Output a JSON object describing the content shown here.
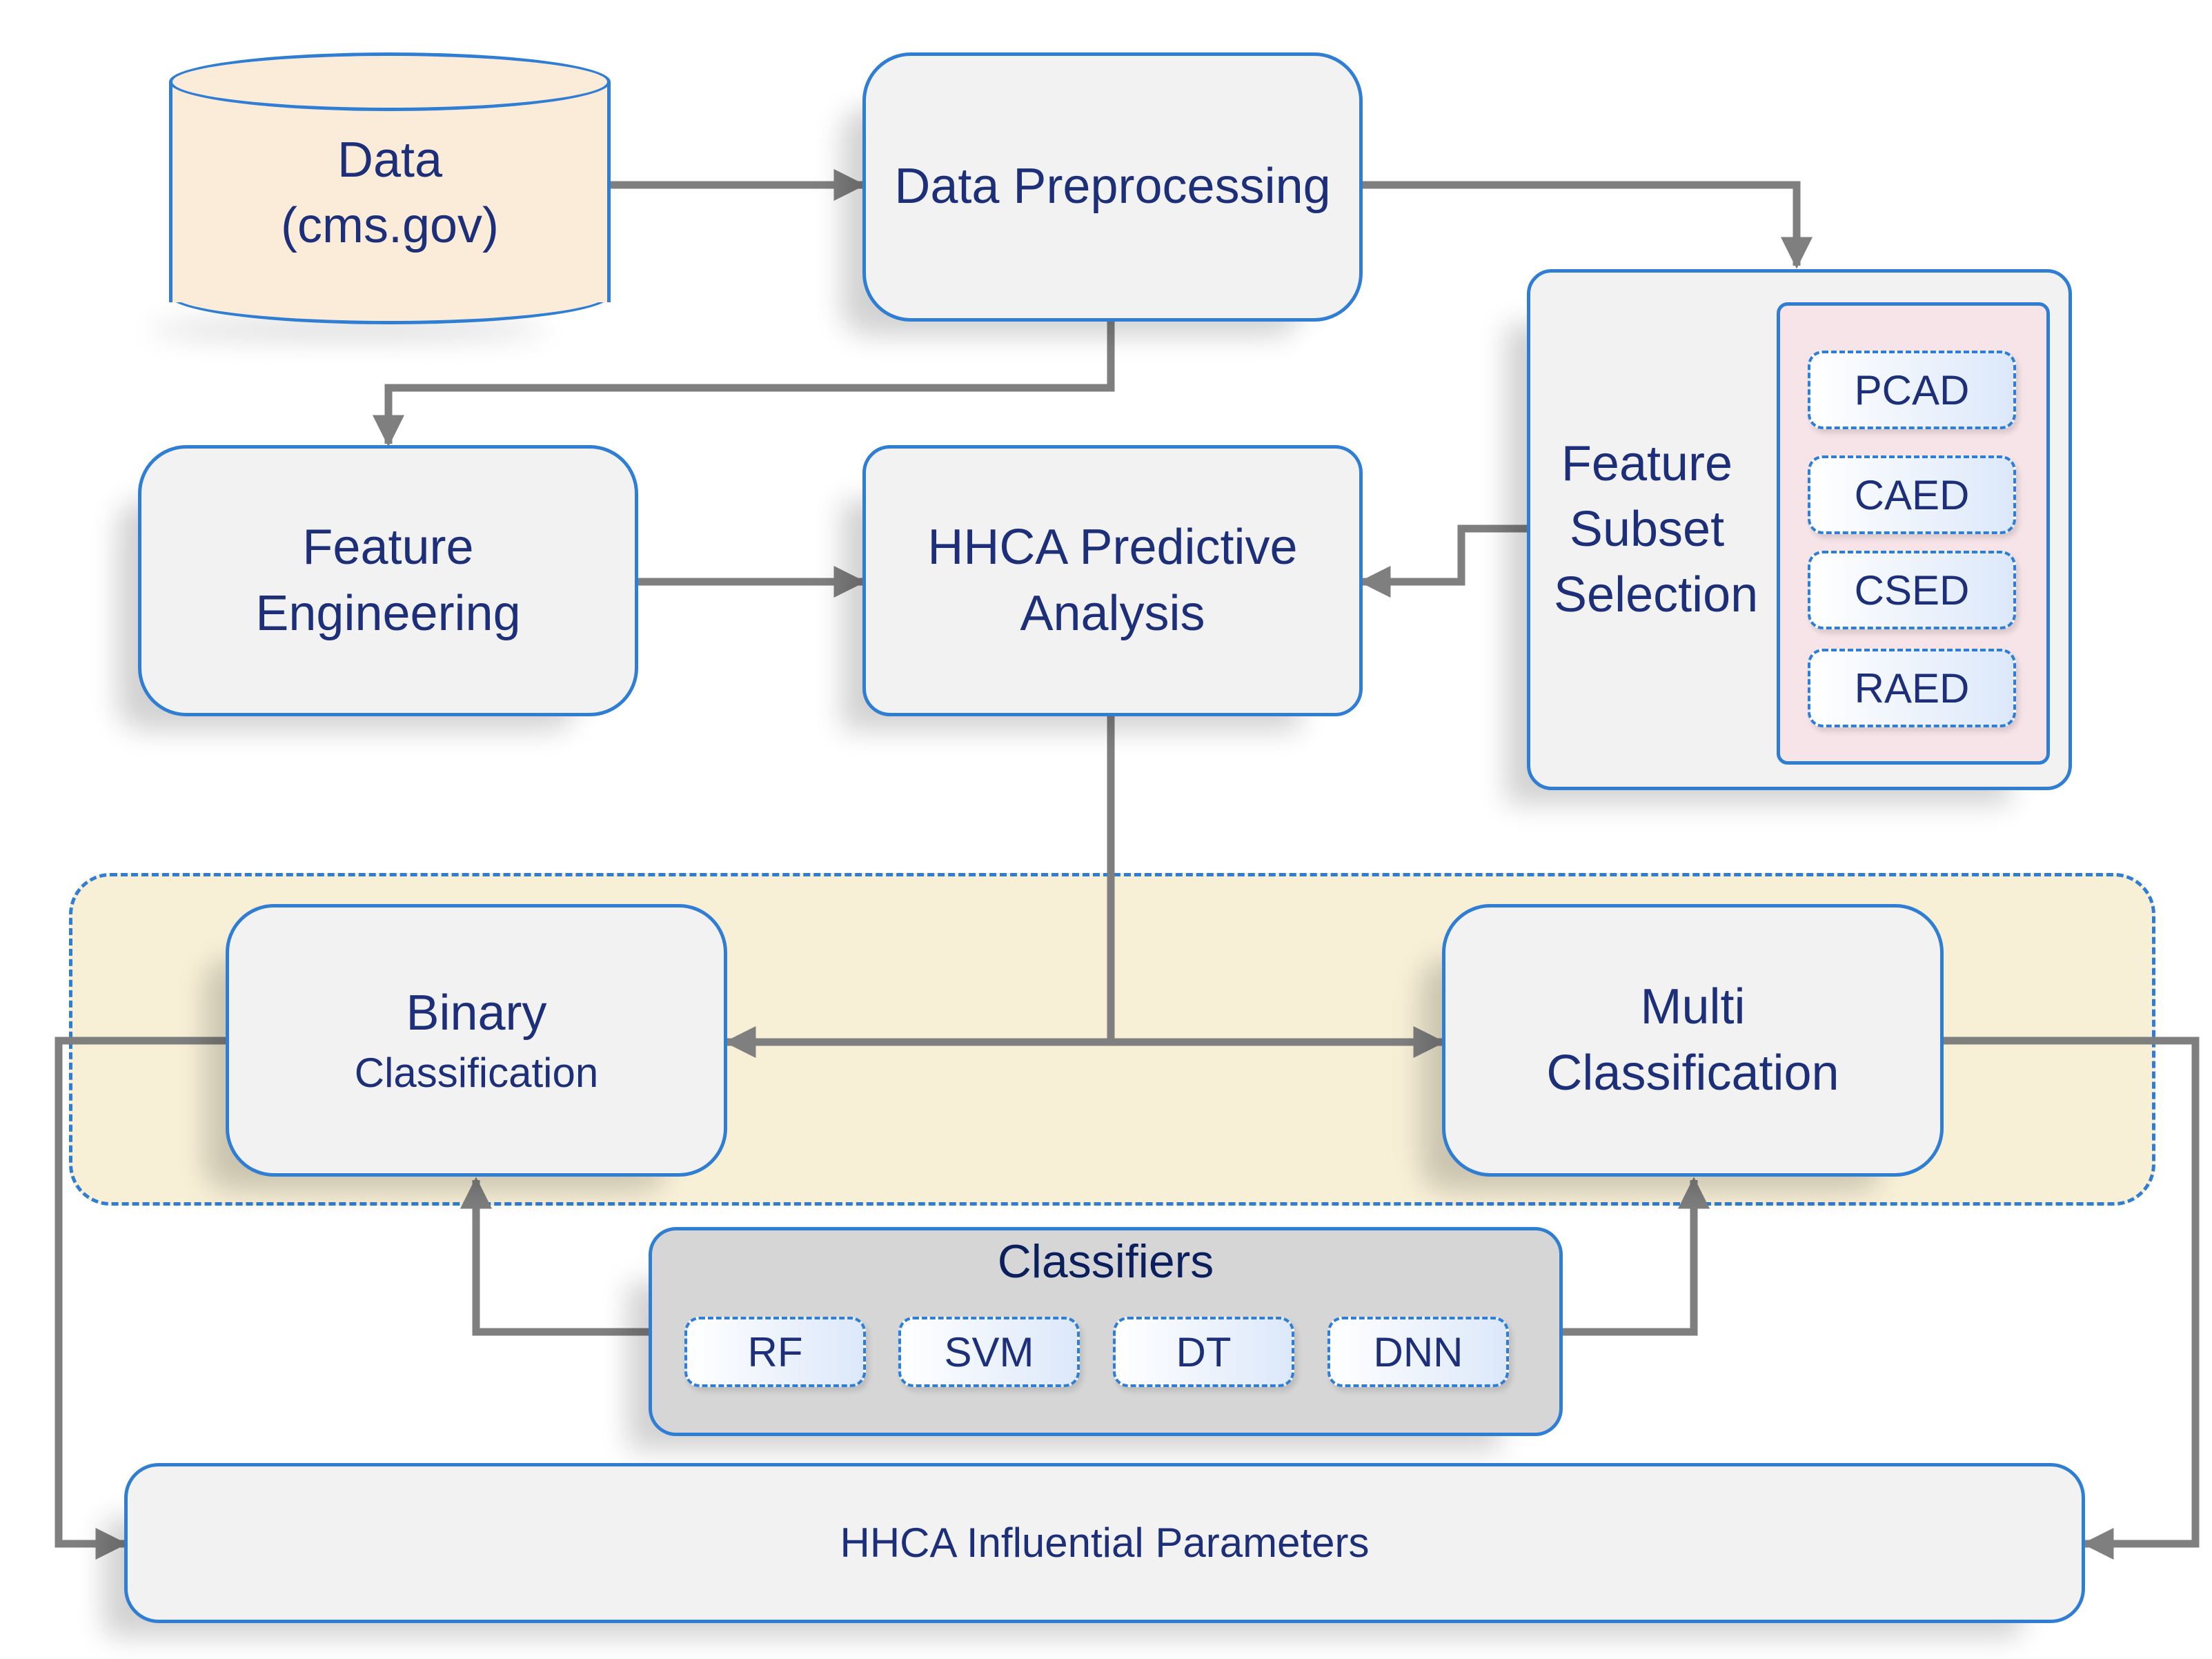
{
  "nodes": {
    "data": {
      "line1": "Data",
      "line2": "(cms.gov)"
    },
    "preprocessing": {
      "label": "Data Preprocessing"
    },
    "feature_engineering": {
      "line1": "Feature",
      "line2": "Engineering"
    },
    "predictive_analysis": {
      "line1": "HHCA Predictive",
      "line2": "Analysis"
    },
    "feature_subset": {
      "line1": "Feature",
      "line2": "Subset",
      "line3": "Selection",
      "methods": [
        "PCAD",
        "CAED",
        "CSED",
        "RAED"
      ]
    },
    "binary": {
      "line1": "Binary",
      "line2": "Classification"
    },
    "multi": {
      "line1": "Multi",
      "line2": "Classification"
    },
    "classifiers": {
      "title": "Classifiers",
      "items": [
        "RF",
        "SVM",
        "DT",
        "DNN"
      ]
    },
    "influential": {
      "label": "HHCA Influential Parameters"
    }
  },
  "colors": {
    "border": "#2f7ed4",
    "box_fill": "#f2f2f2",
    "data_fill": "#fbebd9",
    "region_fill": "#f7efd6",
    "subset_panel_fill": "#f6e4e8",
    "classifiers_fill": "#d6d6d6",
    "arrow": "#7f7f7f",
    "text": "#1c2f78"
  }
}
